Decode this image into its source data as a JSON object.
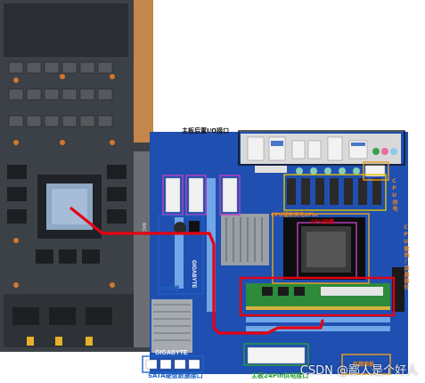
{
  "labels": {
    "rear_io": "主板后置I/O接口",
    "cpu_power": "CPU供电",
    "cpu_power_8pin": "CPU辅助供电8Pin",
    "cpu_socket": "CPU插槽",
    "cpu_fan": "CPU散热/风扇插针",
    "pcie": "PCIE槽",
    "sata": "SATA硬盘数据接口",
    "atx24": "主板24Pin供电接口",
    "front_panel": "机箱面板"
  },
  "brand": {
    "board_text": "GIGABYTE",
    "heatsink_text": "GIGABYTE",
    "gpu_label": "BACK"
  },
  "watermark": "CSDN @鄙人是个好人",
  "colors": {
    "board_blue": "#1f4fb0",
    "gpu_pcb": "#3a3f45",
    "box_red": "#e60012",
    "box_orange": "#f0a020",
    "box_yellow": "#e2c200",
    "box_purple": "#c040c0",
    "box_black": "#111111",
    "box_blue": "#1f63c4",
    "box_green": "#2e9e39",
    "ram_green": "#2f8a3c",
    "cable_red": "#e60012"
  }
}
